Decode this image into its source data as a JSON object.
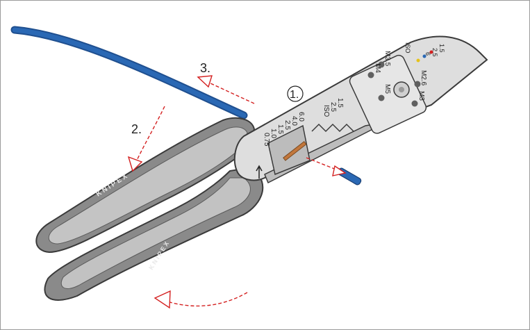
{
  "steps": {
    "one": "1.",
    "two": "2.",
    "three": "3."
  },
  "brand": {
    "upper_handle": "K N I P E X",
    "lower_handle": "K N I P E X"
  },
  "stripper_sizes": [
    "6.0",
    "4.0",
    "2.5",
    "1.5",
    "1.0",
    "0.75"
  ],
  "crimp_sizes": [
    "1.5",
    "2.5",
    "ISO"
  ],
  "bolt_sizes": [
    "M3.5",
    "M4",
    "M5",
    "M2.6",
    "M3"
  ],
  "insulated_sizes": [
    "1.5",
    "2.5",
    "6"
  ],
  "iso_label": "ISO",
  "colors": {
    "cable": "#2a68b4",
    "handle_dark": "#878787",
    "handle_light": "#bfbfbf",
    "steel": "#dcdcdc",
    "arrow": "#d42020",
    "copper": "#c2773c",
    "frame_border": "#9a9a9a"
  }
}
